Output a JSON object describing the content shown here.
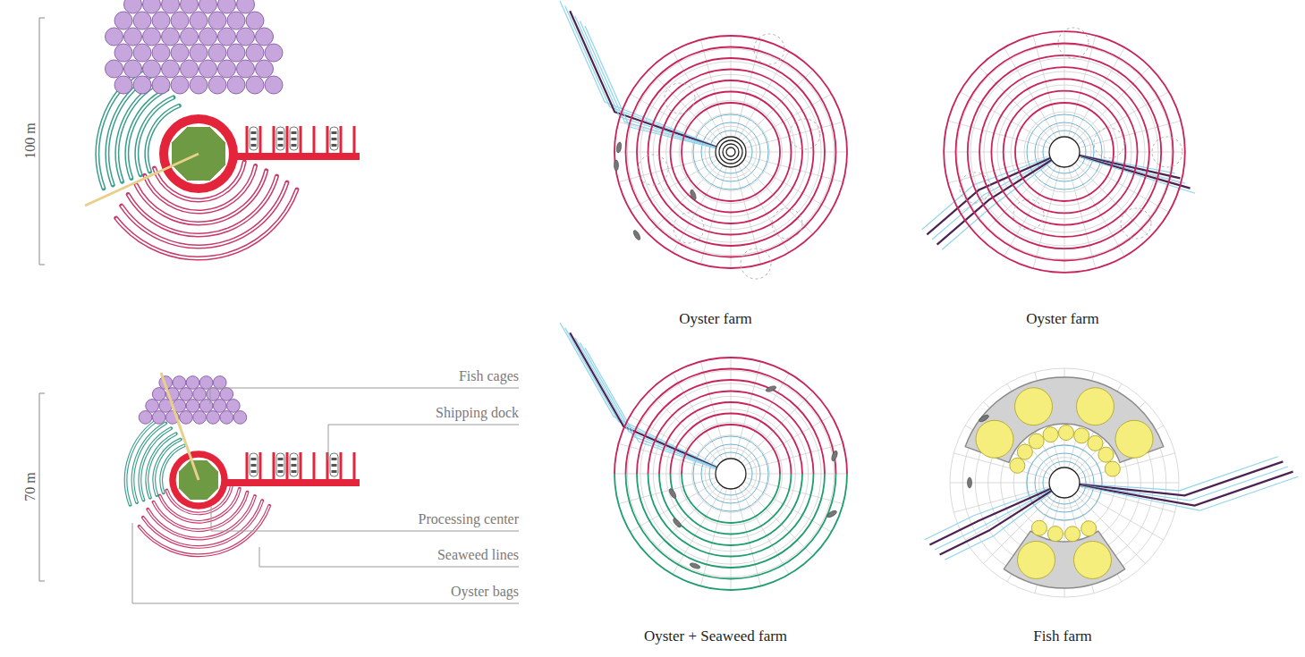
{
  "diagram": {
    "labels": [
      "100 m",
      "70 m",
      "Fish cages",
      "Shipping dock",
      "Processing center",
      "Seaweed lines",
      "Oyster bags",
      "Oyster farm",
      "Oyster farm",
      "Oyster + Seaweed farm",
      "Fish farm"
    ]
  }
}
